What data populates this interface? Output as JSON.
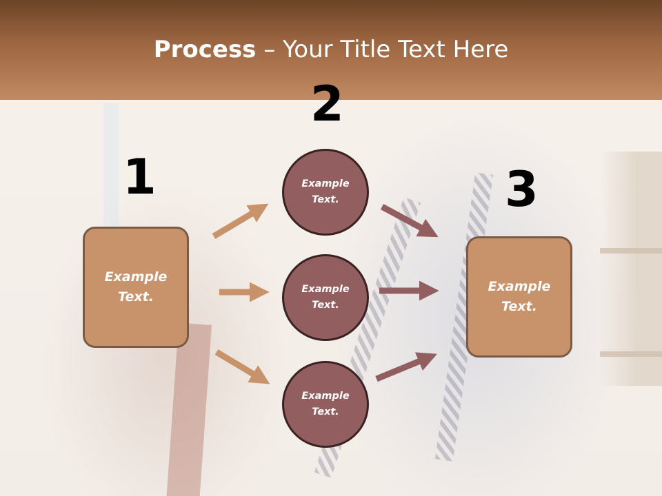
{
  "slide": {
    "title_bold": "Process",
    "title_rest": " – Your Title Text Here",
    "numbers": [
      "1",
      "2",
      "3"
    ],
    "left_box": "Example Text.",
    "circles": [
      "Example Text.",
      "Example Text.",
      "Example Text."
    ],
    "right_box": "Example Text."
  },
  "colors": {
    "header": "#a06a46",
    "box_fill": "#c8926a",
    "circle_fill": "#935e60",
    "arrow_left": "#c8926a",
    "arrow_right": "#935e60"
  }
}
